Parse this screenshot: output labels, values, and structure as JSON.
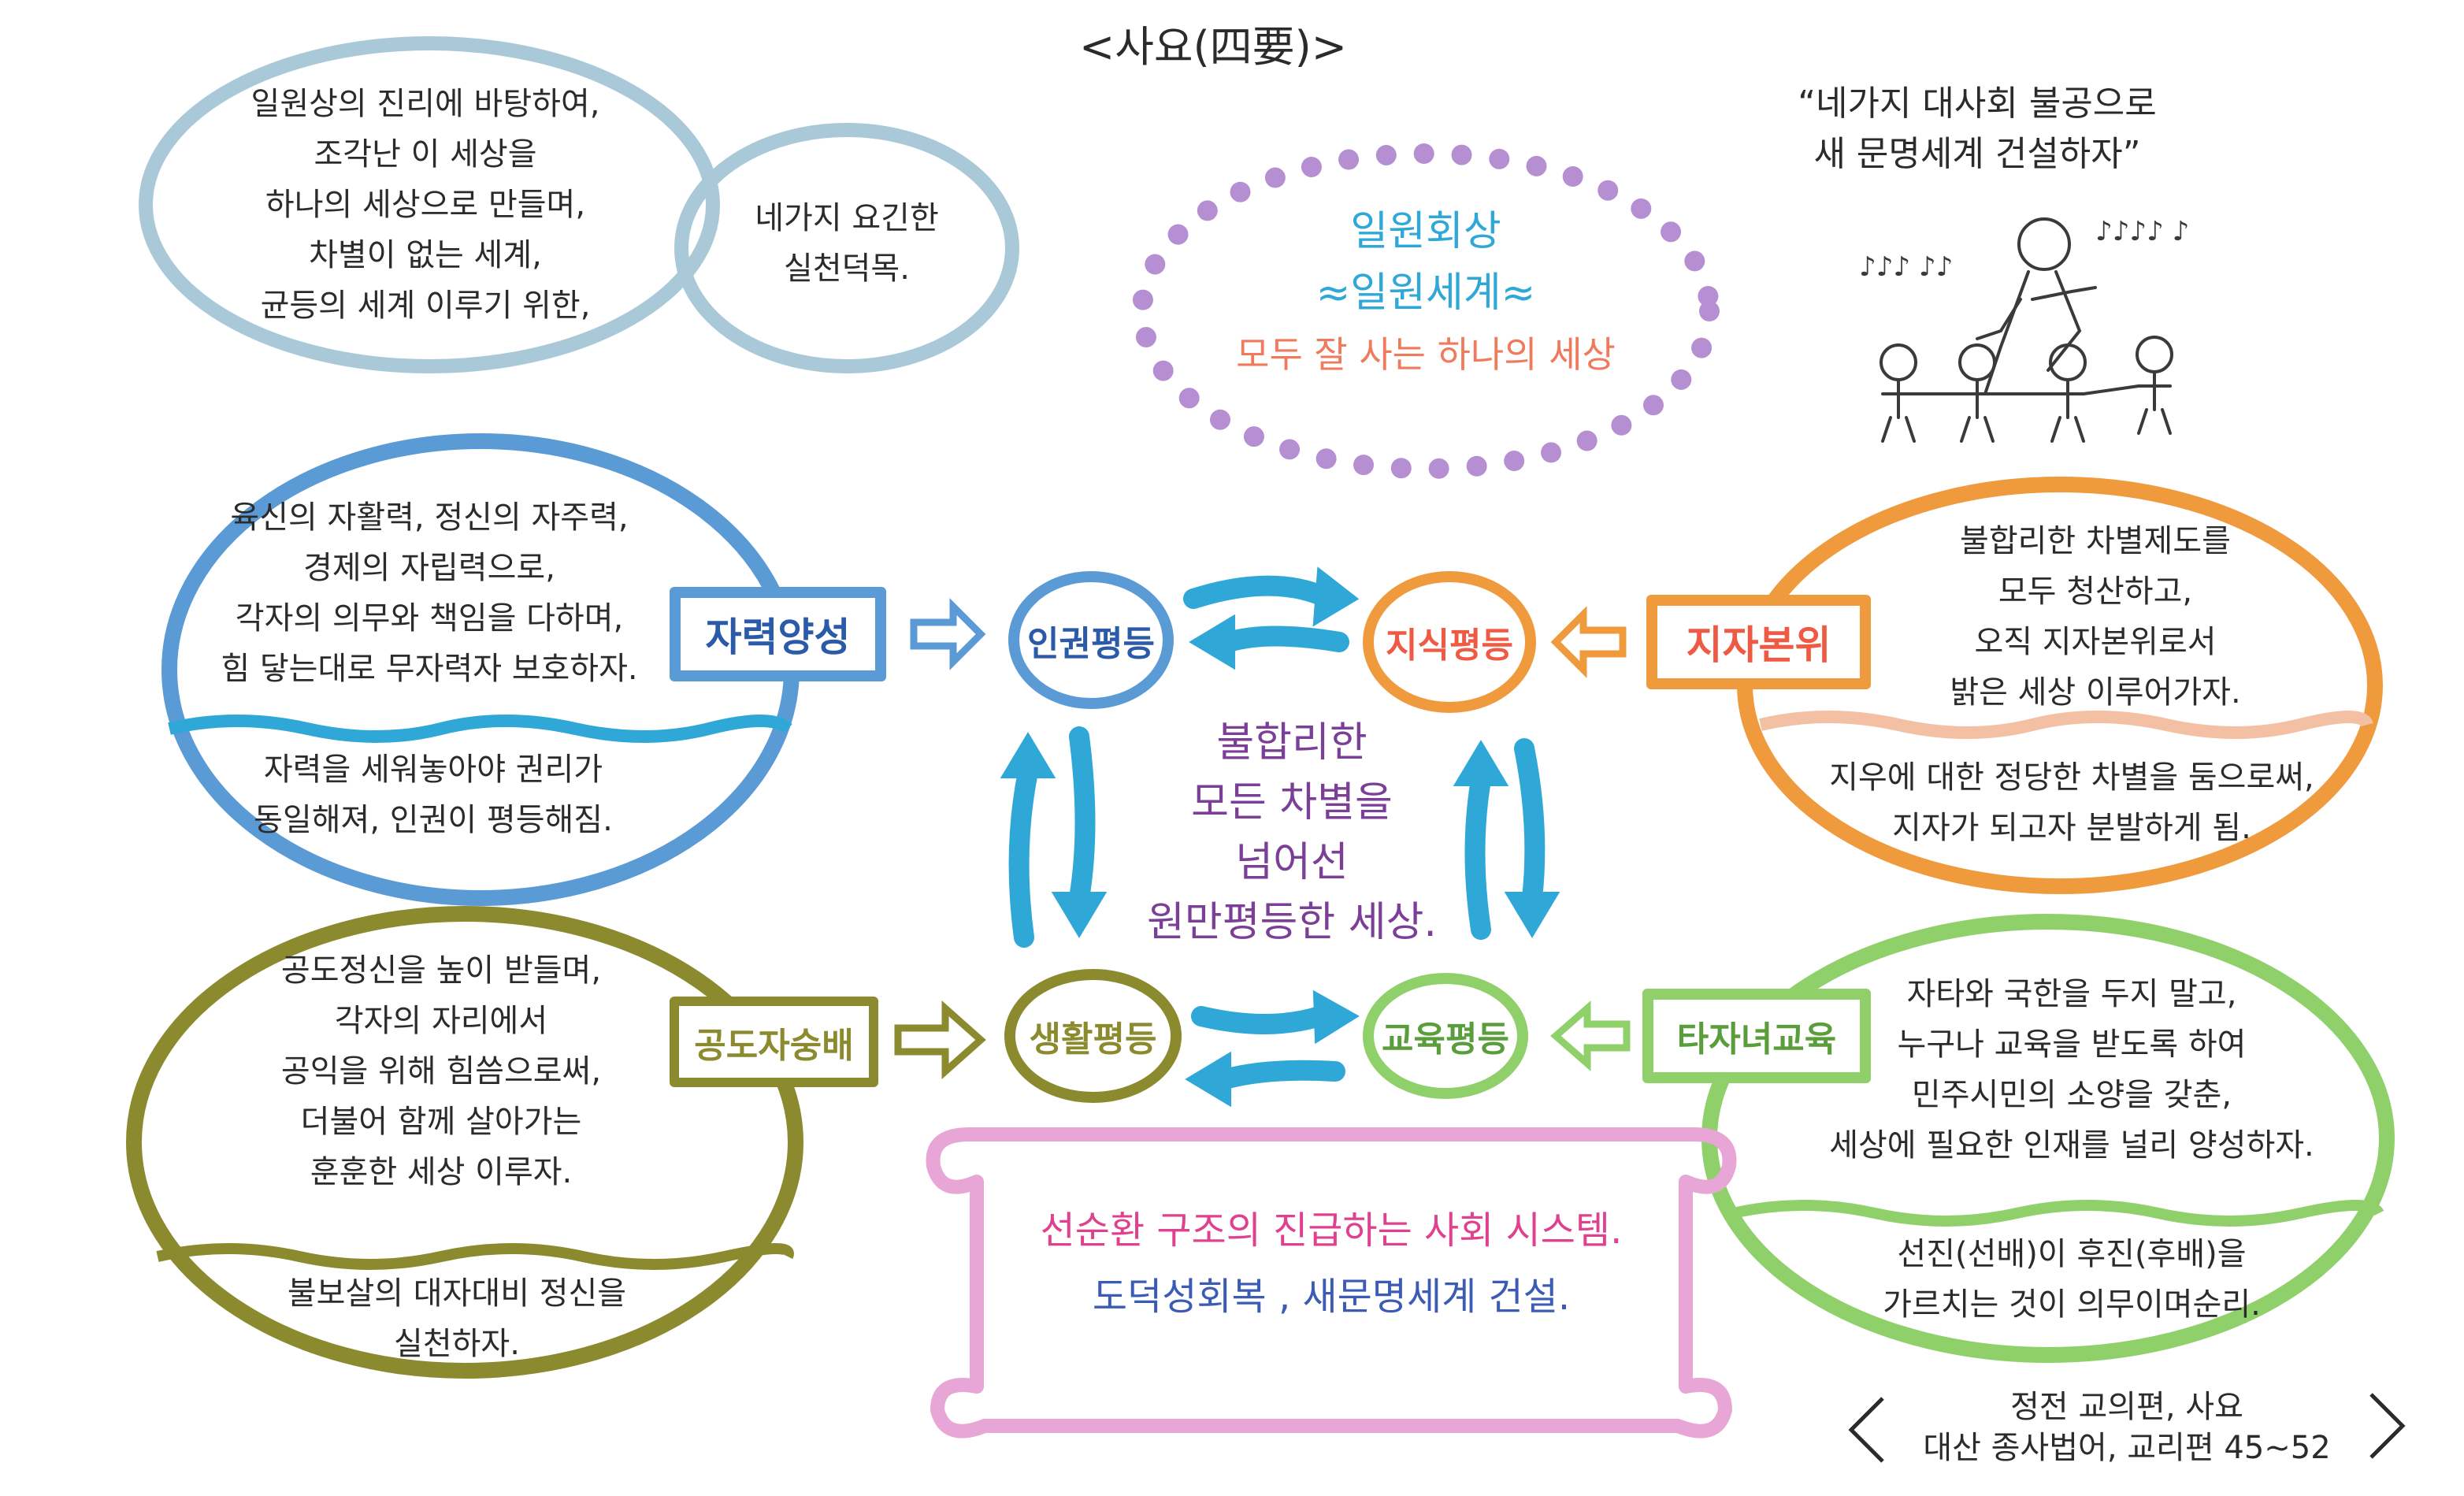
{
  "title": "<사요(四要)>",
  "intro": {
    "left_lines": [
      "일원상의 진리에 바탕하여,",
      "조각난 이 세상을",
      "하나의 세상으로 만들며,",
      "차별이 없는 세계,",
      "균등의 세계 이루기 위한,"
    ],
    "right_lines": [
      "네가지 요긴한",
      "실천덕목."
    ]
  },
  "center_oval": {
    "line1": "일원회상",
    "line2": "≈일원세계≈",
    "line3": "모두 잘 사는 하나의 세상"
  },
  "slogan": {
    "line1": "“네가지 대사회 불공으로",
    "line2": "새 문명세계 건설하자”"
  },
  "nodes": {
    "human_rights": "인권평등",
    "knowledge": "지식평등",
    "livelihood": "생활평등",
    "education": "교육평등"
  },
  "boxes": {
    "self_reliance": "자력양성",
    "wisdom": "지자본위",
    "public_spirit": "공도자숭배",
    "others_children": "타자녀교육"
  },
  "center_text": [
    "불합리한",
    "모든 차별을",
    "넘어선",
    "원만평등한 세상."
  ],
  "top_left": {
    "lines": [
      "육신의 자활력, 정신의 자주력,",
      "경제의 자립력으로,",
      "각자의 의무와 책임을 다하며,",
      "힘 닿는대로 무자력자 보호하자."
    ],
    "result": [
      "자력을 세워놓아야 권리가",
      "동일해져, 인권이 평등해짐."
    ]
  },
  "top_right": {
    "lines": [
      "불합리한 차별제도를",
      "모두 청산하고,",
      "오직 지자본위로서",
      "밝은 세상 이루어가자."
    ],
    "result": [
      "지우에 대한 정당한 차별을 둠으로써,",
      "지자가 되고자 분발하게 됨."
    ]
  },
  "bottom_left": {
    "lines": [
      "공도정신을 높이 받들며,",
      "각자의 자리에서",
      "공익을 위해 힘씀으로써,",
      "더불어 함께 살아가는",
      "훈훈한 세상 이루자."
    ],
    "result": [
      "불보살의 대자대비 정신을",
      "실천하자."
    ]
  },
  "bottom_right": {
    "lines": [
      "자타와 국한을 두지 말고,",
      "누구나 교육을 받도록 하여",
      "민주시민의 소양을 갖춘,",
      "세상에 필요한 인재를 널리 양성하자."
    ],
    "result": [
      "선진(선배)이 후진(후배)을",
      "가르치는 것이 의무이며순리."
    ]
  },
  "banner": {
    "line1": "선순환 구조의 진급하는 사회 시스템.",
    "line2": "도덕성회복 , 새문명세계 건설."
  },
  "source": {
    "line1": "정전 교의편, 사요",
    "line2": "대산 종사법어, 교리편 45~52"
  },
  "colors": {
    "light_blue": "#a9c9d8",
    "blue": "#5b9bd5",
    "cyan": "#2fa8d8",
    "orange": "#f09a3e",
    "olive": "#8c8a2e",
    "green": "#8fd06b",
    "purple": "#b58fd1",
    "pink": "#e7a6d6",
    "salmon": "#ef7a5c",
    "dark_blue": "#2a5aa8",
    "text_purple": "#7b3f98"
  }
}
